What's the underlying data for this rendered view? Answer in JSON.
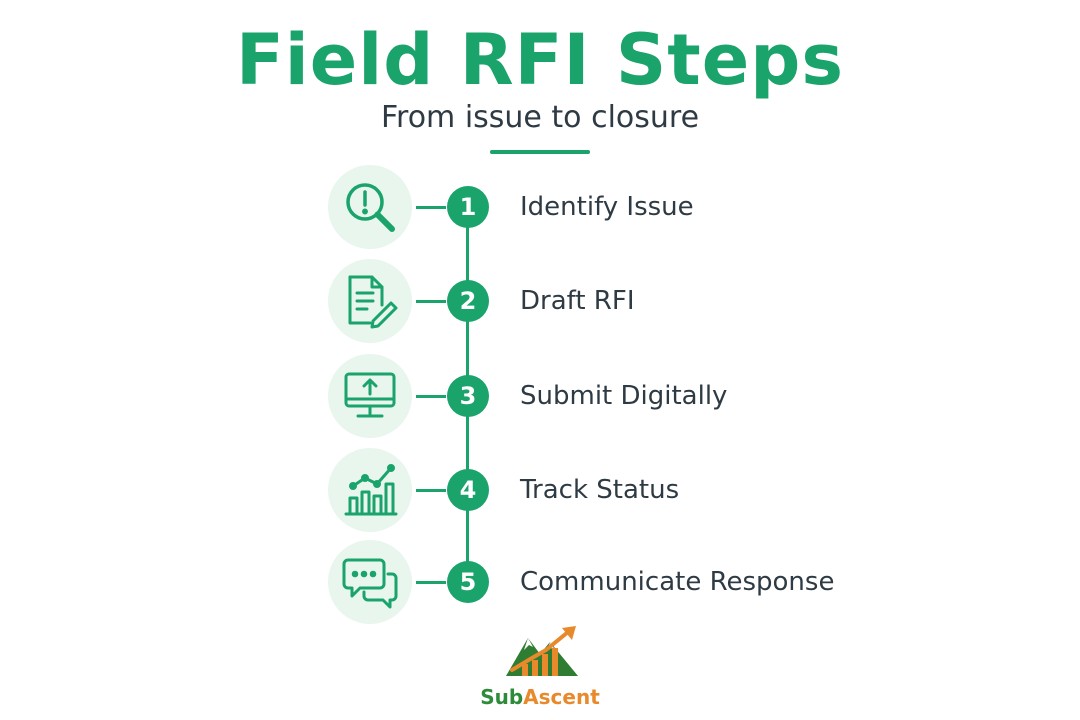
{
  "header": {
    "title": "Field RFI Steps",
    "subtitle": "From issue to closure"
  },
  "steps": [
    {
      "number": "1",
      "label": "Identify Issue",
      "icon": "magnifier-alert-icon"
    },
    {
      "number": "2",
      "label": "Draft RFI",
      "icon": "document-pencil-icon"
    },
    {
      "number": "3",
      "label": "Submit Digitally",
      "icon": "monitor-upload-icon"
    },
    {
      "number": "4",
      "label": "Track Status",
      "icon": "bar-chart-trend-icon"
    },
    {
      "number": "5",
      "label": "Communicate Response",
      "icon": "chat-bubbles-icon"
    }
  ],
  "brand": {
    "name_part1": "Sub",
    "name_part2": "Ascent",
    "logo_icon": "mountain-growth-logo"
  },
  "colors": {
    "accent": "#1aa36b",
    "icon_bg": "#e8f6ee",
    "text": "#2f3b44",
    "brand_green": "#2e8b3a",
    "brand_orange": "#e8892b"
  }
}
